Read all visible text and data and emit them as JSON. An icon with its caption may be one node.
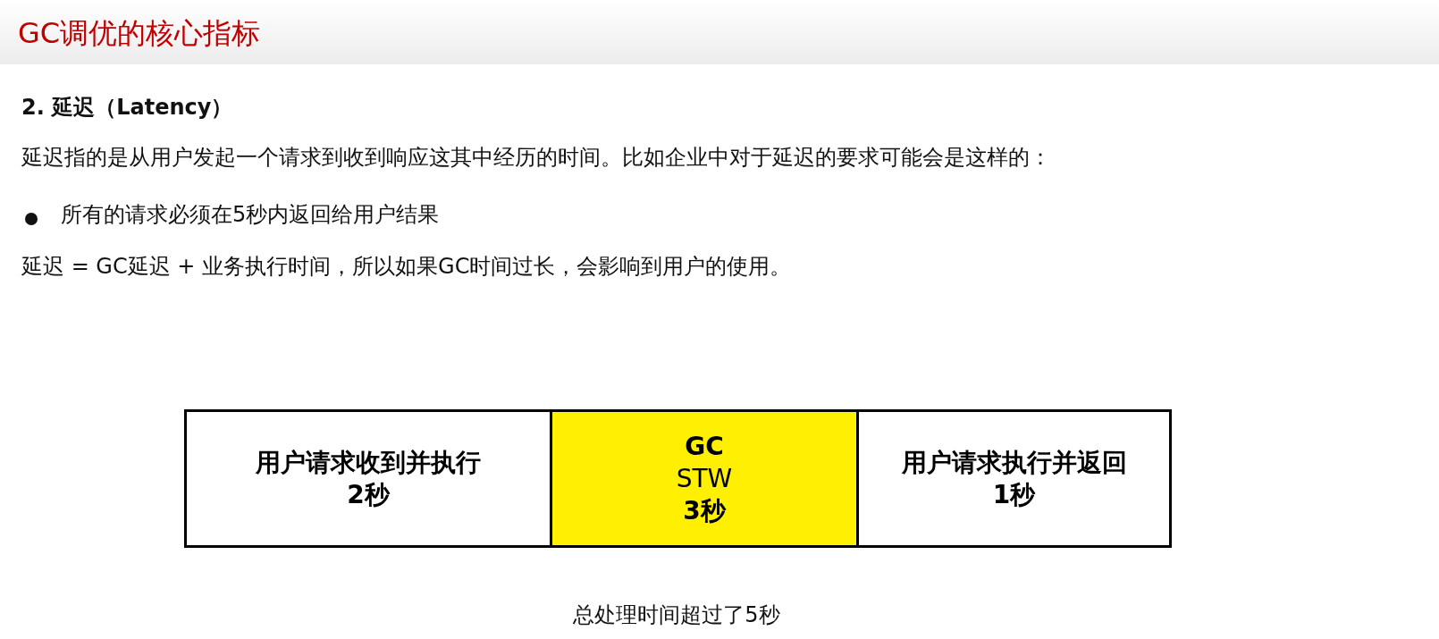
{
  "diagram": {
    "title": "GC调优的核心指标",
    "nodes": [
      {
        "text": [
          "用户请求收到并执行",
          "2秒"
        ]
      },
      {
        "text": [
          "GC",
          "STW",
          "3秒"
        ]
      },
      {
        "text": [
          "用户请求执行并返回",
          "1秒"
        ]
      }
    ],
    "labels": [
      "2. 延迟（Latency）",
      "延迟指的是从用户发起一个请求到收到响应这其中经历的时间。比如企业中对于延迟的要求可能会是这样的：",
      "所有的请求必须在5秒内返回给用户结果",
      "延迟 = GC延迟 + 业务执行时间，所以如果GC时间过长，会影响到用户的使用。",
      "总处理时间超过了5秒"
    ]
  }
}
